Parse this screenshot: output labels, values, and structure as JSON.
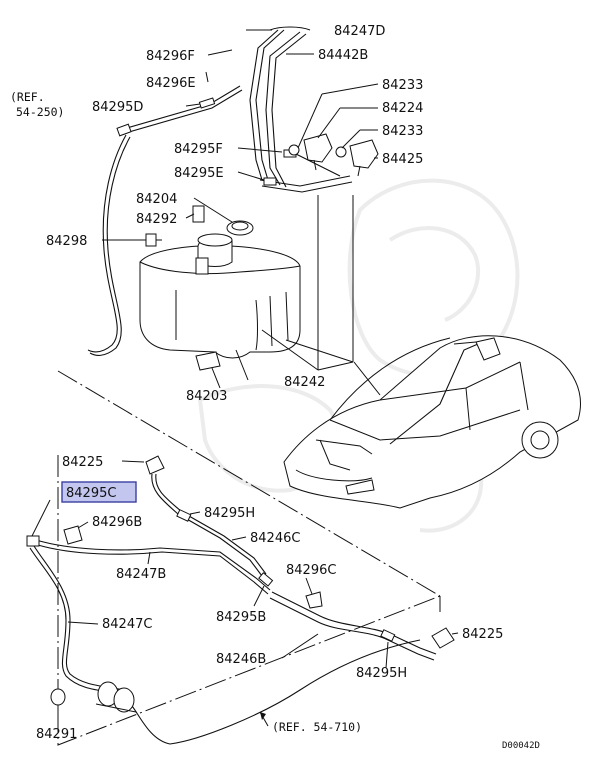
{
  "diagram": {
    "labels": {
      "p84247D": "84247D",
      "p84296F": "84296F",
      "p84442B": "84442B",
      "p84296E": "84296E",
      "p84233a": "84233",
      "ref250_1": "(REF.",
      "ref250_2": "54-250)",
      "p84295D": "84295D",
      "p84224": "84224",
      "p84233b": "84233",
      "p84295F": "84295F",
      "p84425": "84425",
      "p84295E": "84295E",
      "p84204": "84204",
      "p84292": "84292",
      "p84298": "84298",
      "p84242": "84242",
      "p84203": "84203",
      "p84225a": "84225",
      "p84295C": "84295C",
      "p84296B": "84296B",
      "p84295H_a": "84295H",
      "p84246C": "84246C",
      "p84247B": "84247B",
      "p84296C": "84296C",
      "p84295B": "84295B",
      "p84247C": "84247C",
      "p84225b": "84225",
      "p84246B": "84246B",
      "p84295H_b": "84295H",
      "p84291": "84291",
      "ref710": "(REF. 54-710)",
      "doc_code": "D00042D"
    },
    "highlighted_part": "84295C",
    "highlight_color": "#c3c6ef"
  }
}
